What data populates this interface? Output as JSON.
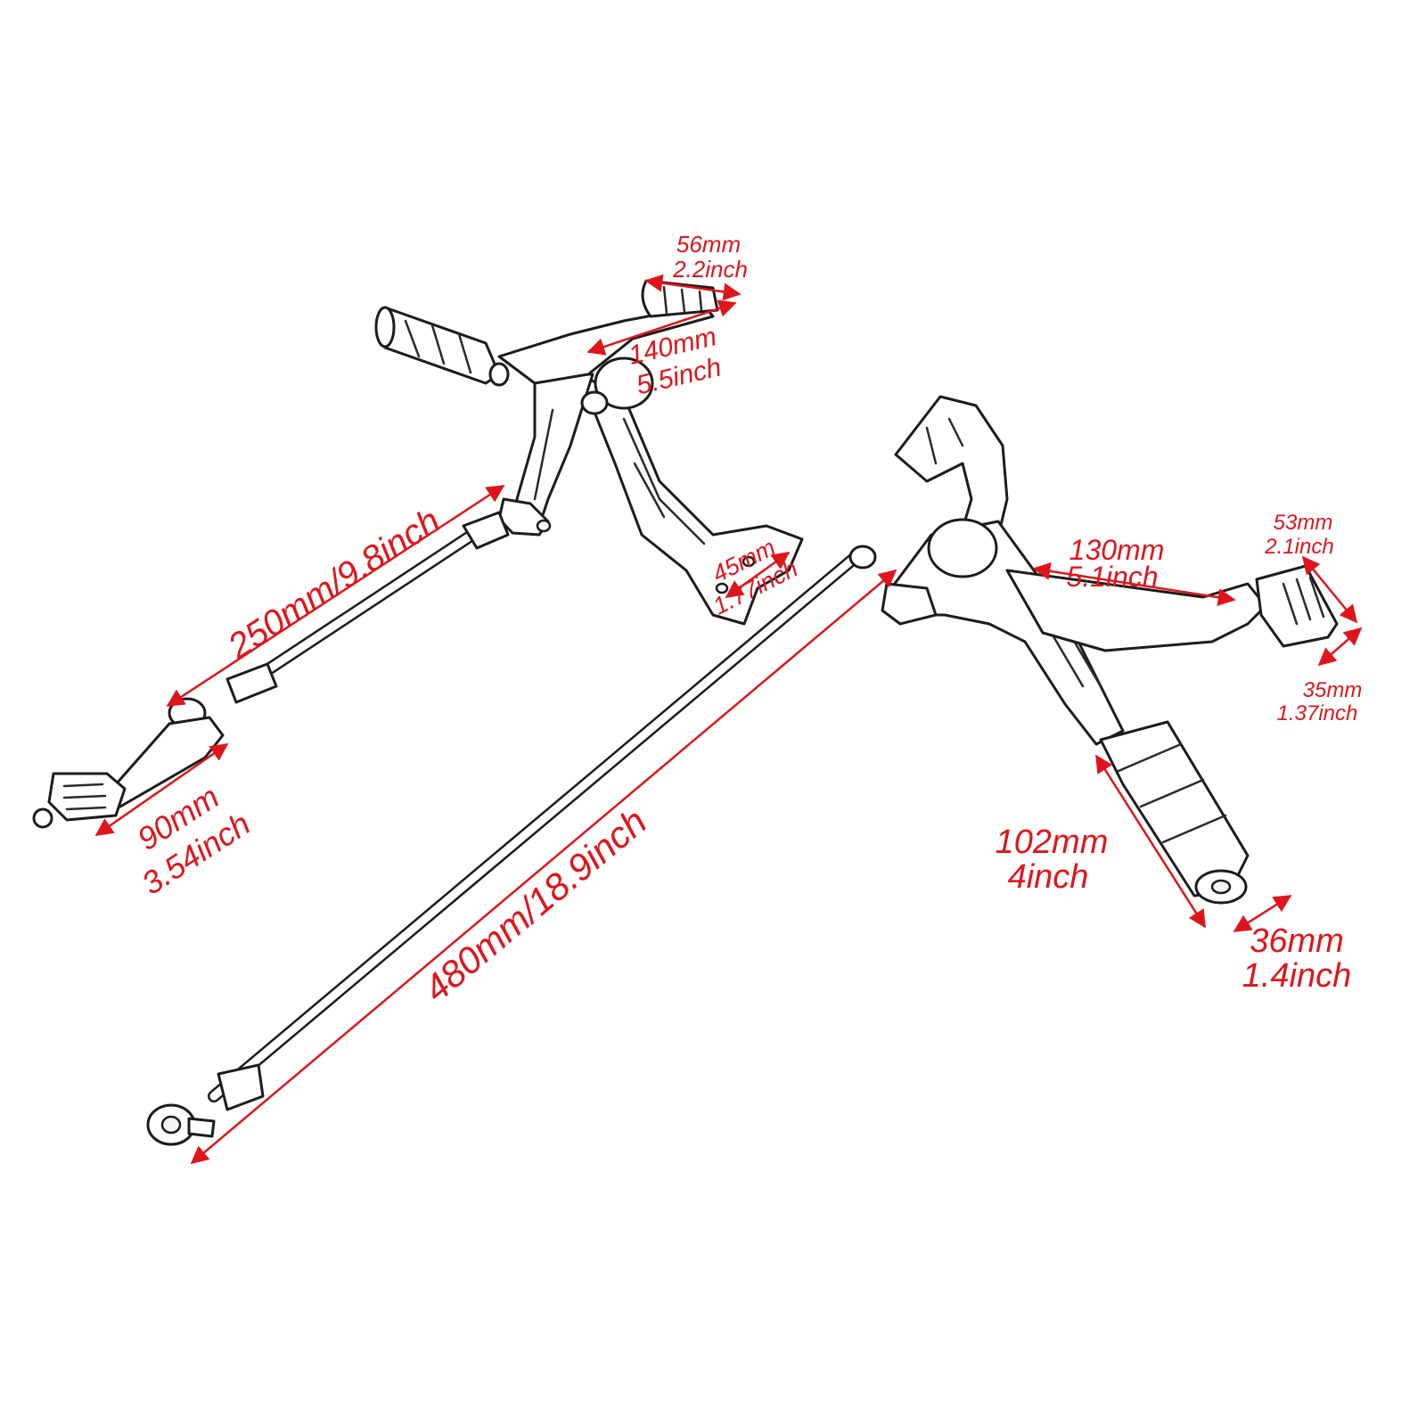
{
  "colors": {
    "dimension": "#e0151b",
    "outline": "#1c1c1c",
    "background": "#ffffff"
  },
  "dimensions": {
    "peg_offset": {
      "mm": "56mm",
      "inch": "2.2inch"
    },
    "arm_length": {
      "mm": "140mm",
      "inch": "5.5inch"
    },
    "mount_width": {
      "mm": "45mm",
      "inch": "1.77inch"
    },
    "shift_rod": {
      "text": "250mm/9.8inch"
    },
    "shift_lever": {
      "mm": "90mm",
      "inch": "3.54inch"
    },
    "brake_rod": {
      "text": "480mm/18.9inch"
    },
    "brake_arm": {
      "mm": "130mm",
      "inch": "5.1inch"
    },
    "pedal_length": {
      "mm": "53mm",
      "inch": "2.1inch"
    },
    "pedal_width": {
      "mm": "35mm",
      "inch": "1.37inch"
    },
    "peg_length": {
      "mm": "102mm",
      "inch": "4inch"
    },
    "peg_diameter": {
      "mm": "36mm",
      "inch": "1.4inch"
    }
  }
}
